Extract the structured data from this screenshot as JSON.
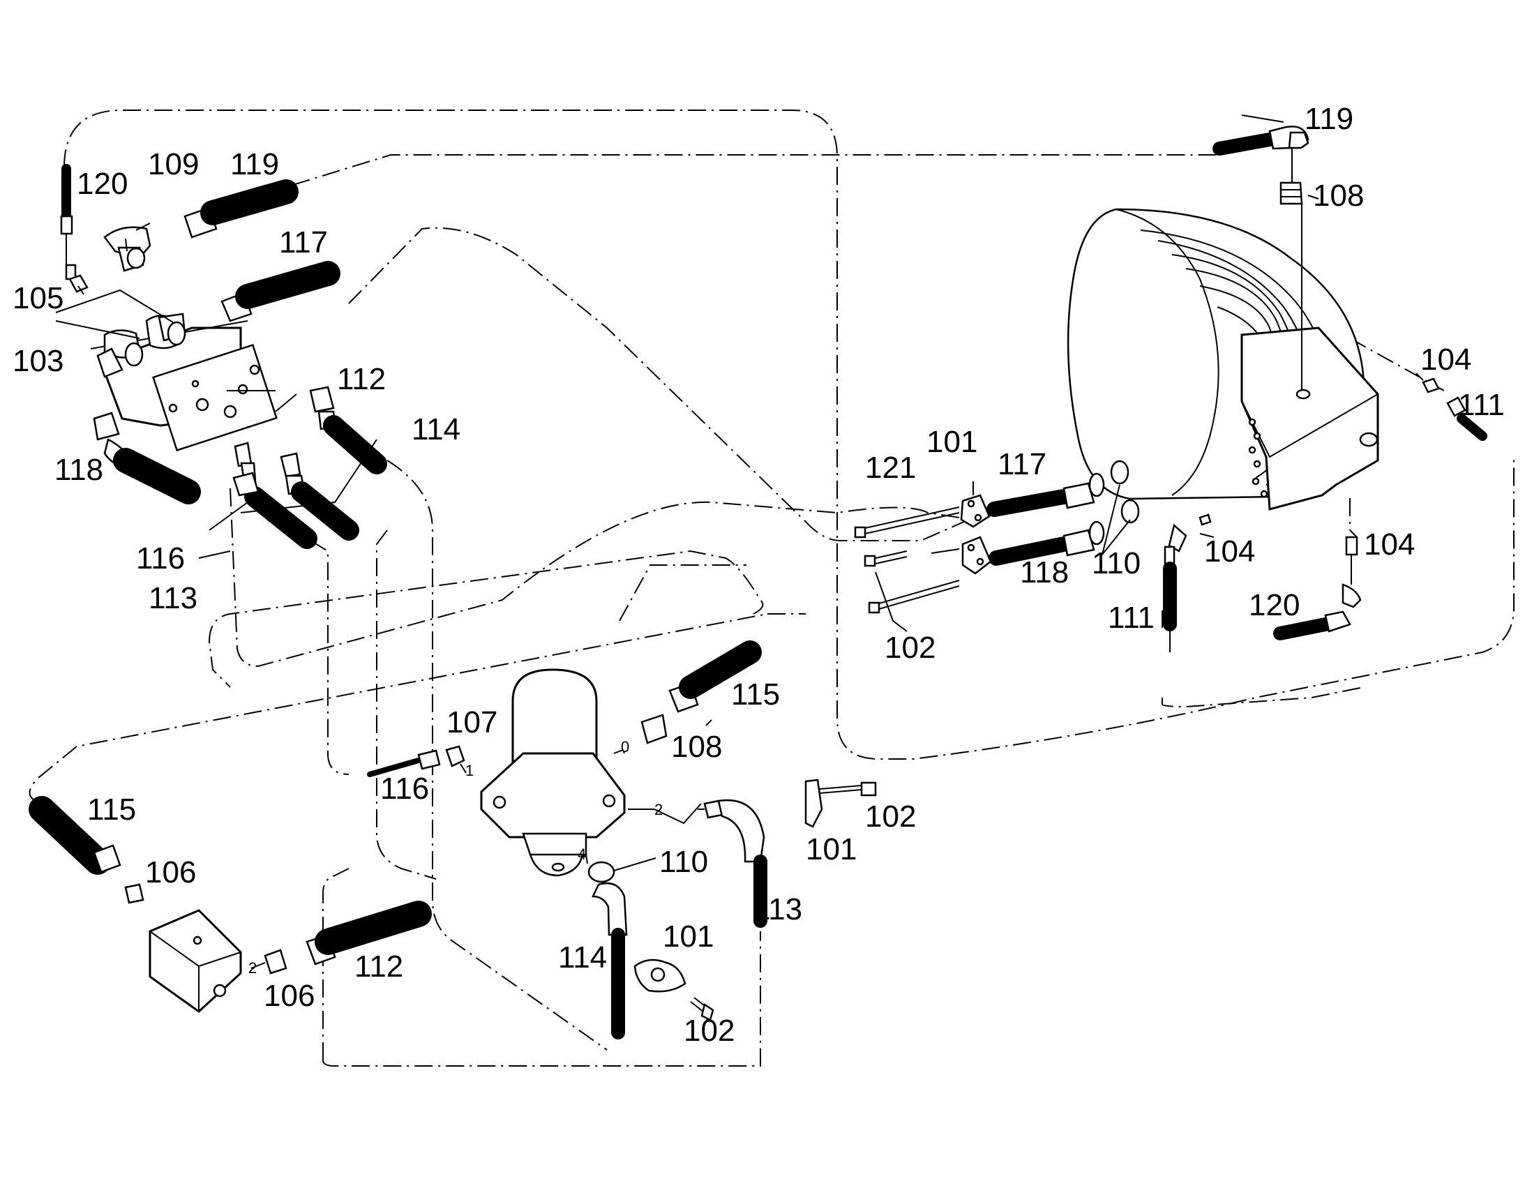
{
  "diagram": {
    "callouts": [
      {
        "id": "c-120-a",
        "text": "120"
      },
      {
        "id": "c-109",
        "text": "109"
      },
      {
        "id": "c-119-a",
        "text": "119"
      },
      {
        "id": "c-117-a",
        "text": "117"
      },
      {
        "id": "c-105",
        "text": "105"
      },
      {
        "id": "c-103",
        "text": "103"
      },
      {
        "id": "c-112-a",
        "text": "112"
      },
      {
        "id": "c-114-a",
        "text": "114"
      },
      {
        "id": "c-118-a",
        "text": "118"
      },
      {
        "id": "c-116-a",
        "text": "116"
      },
      {
        "id": "c-113-a",
        "text": "113"
      },
      {
        "id": "c-119-b",
        "text": "119"
      },
      {
        "id": "c-108-a",
        "text": "108"
      },
      {
        "id": "c-104-a",
        "text": "104"
      },
      {
        "id": "c-111-a",
        "text": "111"
      },
      {
        "id": "c-121",
        "text": "121"
      },
      {
        "id": "c-101-a",
        "text": "101"
      },
      {
        "id": "c-117-b",
        "text": "117"
      },
      {
        "id": "c-118-b",
        "text": "118"
      },
      {
        "id": "c-110-a",
        "text": "110"
      },
      {
        "id": "c-104-b",
        "text": "104"
      },
      {
        "id": "c-104-c",
        "text": "104"
      },
      {
        "id": "c-102-a",
        "text": "102"
      },
      {
        "id": "c-111-b",
        "text": "111"
      },
      {
        "id": "c-120-b",
        "text": "120"
      },
      {
        "id": "c-115-a",
        "text": "115"
      },
      {
        "id": "c-107",
        "text": "107"
      },
      {
        "id": "c-108-b",
        "text": "108"
      },
      {
        "id": "c-116-b",
        "text": "116"
      },
      {
        "id": "c-102-b",
        "text": "102"
      },
      {
        "id": "c-101-b",
        "text": "101"
      },
      {
        "id": "c-110-b",
        "text": "110"
      },
      {
        "id": "c-115-b",
        "text": "115"
      },
      {
        "id": "c-106-a",
        "text": "106"
      },
      {
        "id": "c-113-b",
        "text": "113"
      },
      {
        "id": "c-101-c",
        "text": "101"
      },
      {
        "id": "c-114-b",
        "text": "114"
      },
      {
        "id": "c-112-b",
        "text": "112"
      },
      {
        "id": "c-106-b",
        "text": "106"
      },
      {
        "id": "c-102-c",
        "text": "102"
      }
    ],
    "port_labels": [
      {
        "id": "p-0",
        "text": "0"
      },
      {
        "id": "p-1",
        "text": "1"
      },
      {
        "id": "p-2-a",
        "text": "2"
      },
      {
        "id": "p-4",
        "text": "4"
      },
      {
        "id": "p-2-b",
        "text": "2"
      }
    ]
  }
}
